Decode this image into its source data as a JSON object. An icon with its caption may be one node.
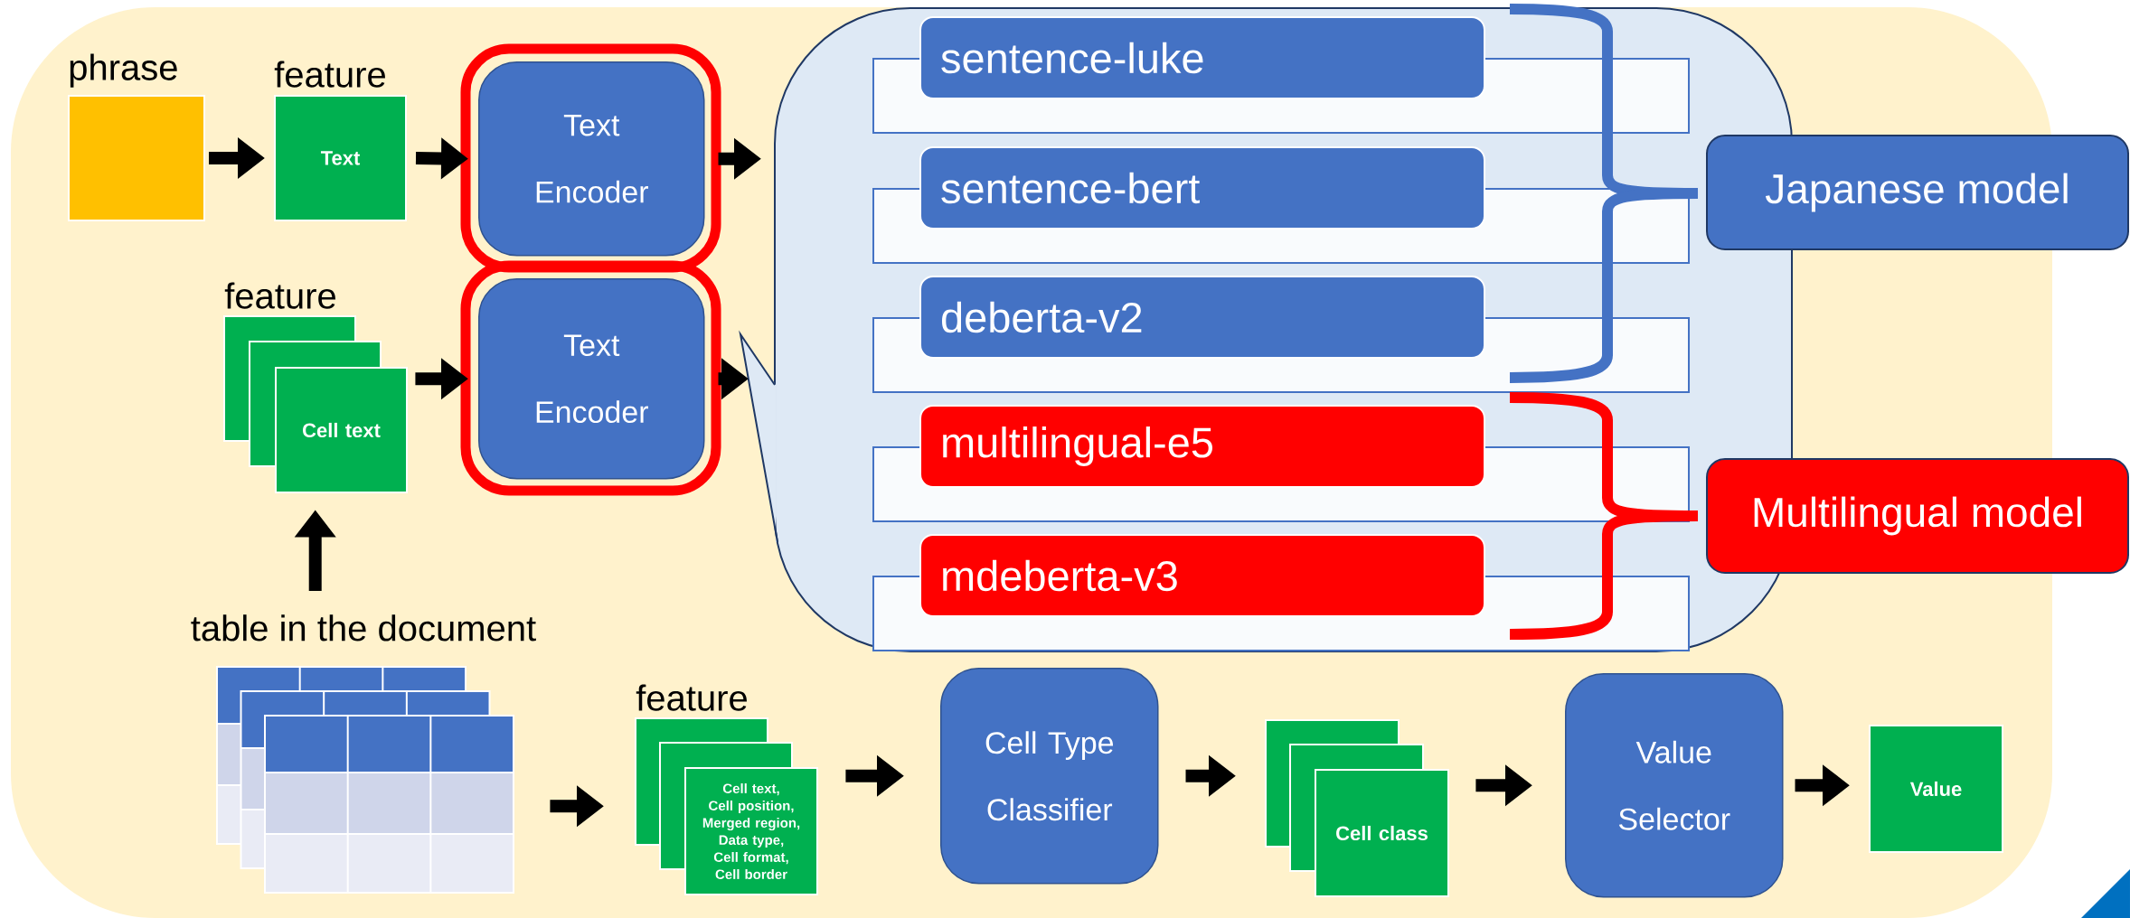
{
  "diagram": {
    "nodes": [
      {
        "text": [
          "phrase"
        ]
      },
      {
        "text": [
          "feature",
          "Text"
        ]
      },
      {
        "text": [
          "Text Encoder"
        ]
      },
      {
        "text": [
          "feature",
          "Cell text"
        ]
      },
      {
        "text": [
          "Text Encoder"
        ]
      },
      {
        "text": [],
        "shape": "callout"
      },
      {
        "text": [
          "sentence-luke"
        ],
        "in": 5
      },
      {
        "text": [
          "sentence-bert"
        ],
        "in": 5
      },
      {
        "text": [
          "deberta-v2"
        ],
        "in": 5
      },
      {
        "text": [
          "multilingual-e5"
        ],
        "in": 5
      },
      {
        "text": [
          "mdeberta-v3"
        ],
        "in": 5
      },
      {
        "text": [
          "Japanese model"
        ]
      },
      {
        "text": [
          "Multilingual model"
        ]
      },
      {
        "text": [
          "table in the document"
        ]
      },
      {
        "text": [
          "feature",
          "Cell text, Cell position, Merged region, Data type, Cell format, Cell border"
        ]
      },
      {
        "text": [
          "Cell Type Classifier"
        ]
      },
      {
        "text": [
          "Cell class"
        ]
      },
      {
        "text": [
          "Value Selector"
        ]
      },
      {
        "text": [
          "Value"
        ]
      }
    ],
    "edges": [
      {
        "from": 0,
        "to": 1,
        "arrow": "to"
      },
      {
        "from": 1,
        "to": 2,
        "arrow": "to"
      },
      {
        "from": 2,
        "to": 5,
        "arrow": "to"
      },
      {
        "from": 3,
        "to": 4,
        "arrow": "to"
      },
      {
        "from": 4,
        "to": 5,
        "arrow": "to"
      },
      {
        "from": 13,
        "to": 3,
        "arrow": "to"
      },
      {
        "from": 13,
        "to": 14,
        "arrow": "to"
      },
      {
        "from": 14,
        "to": 15,
        "arrow": "to"
      },
      {
        "from": 15,
        "to": 16,
        "arrow": "to"
      },
      {
        "from": 16,
        "to": 17,
        "arrow": "to"
      },
      {
        "from": 17,
        "to": 18,
        "arrow": "to"
      }
    ]
  }
}
